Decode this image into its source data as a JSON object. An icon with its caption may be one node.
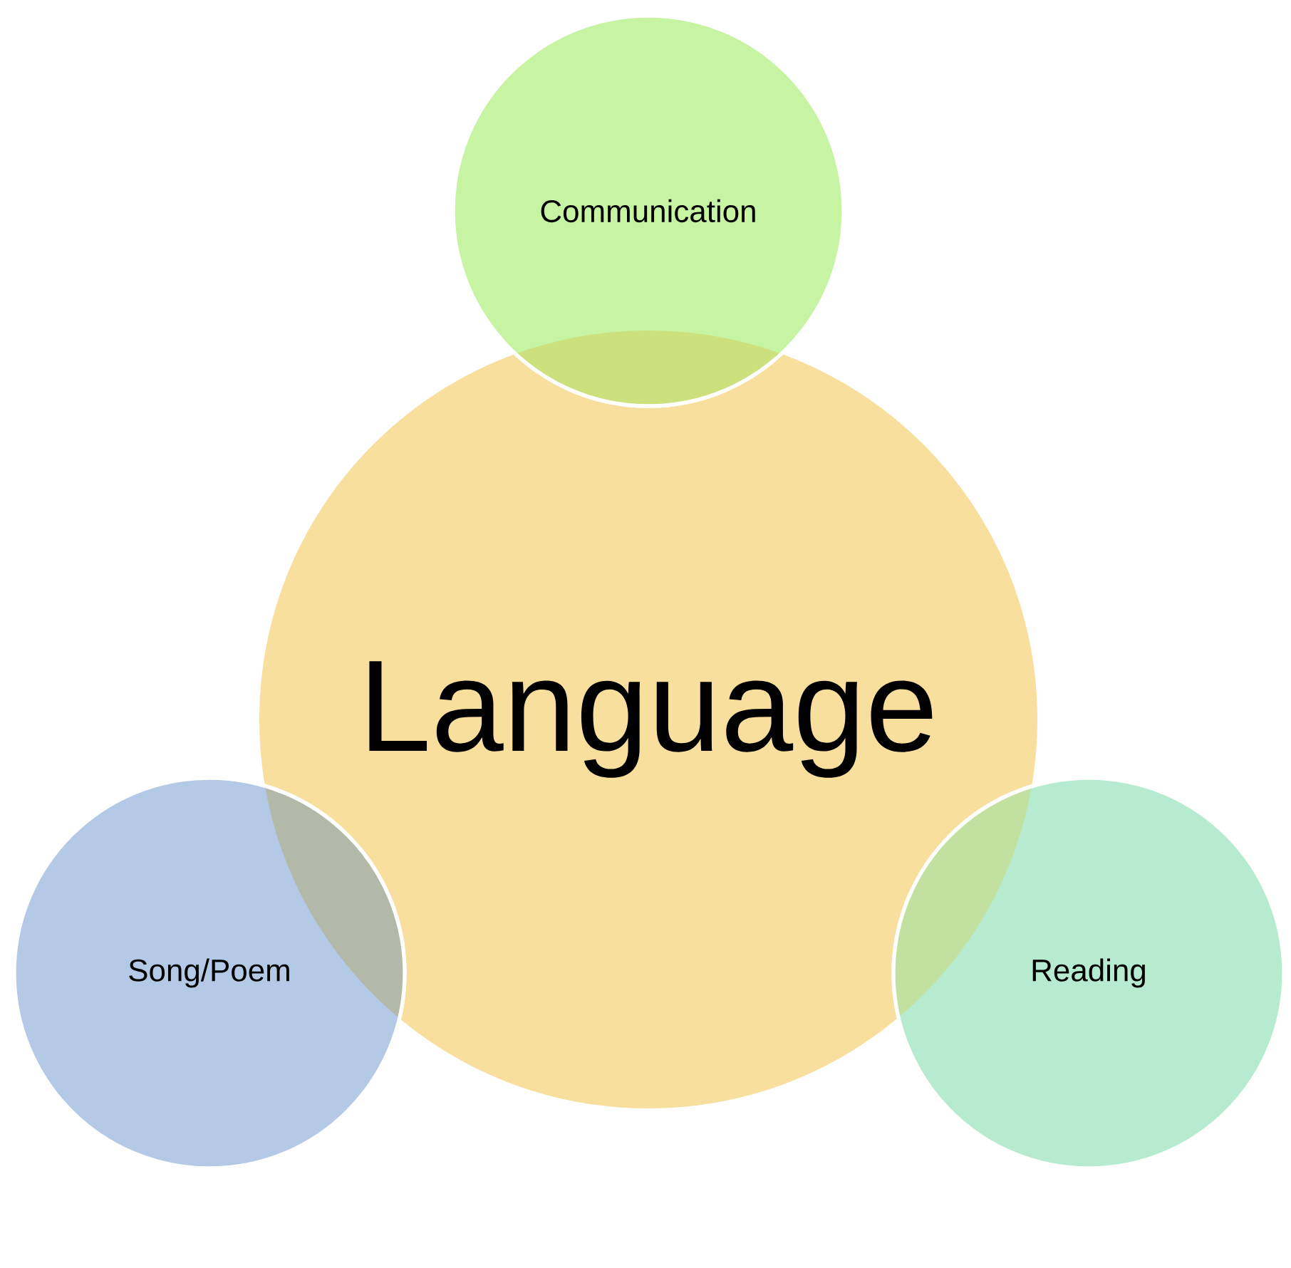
{
  "diagram": {
    "nodes": [
      {
        "text": [
          "Language"
        ]
      },
      {
        "text": [
          "Communication"
        ]
      },
      {
        "text": [
          "Song/Poem"
        ]
      },
      {
        "text": [
          "Reading"
        ]
      }
    ]
  }
}
